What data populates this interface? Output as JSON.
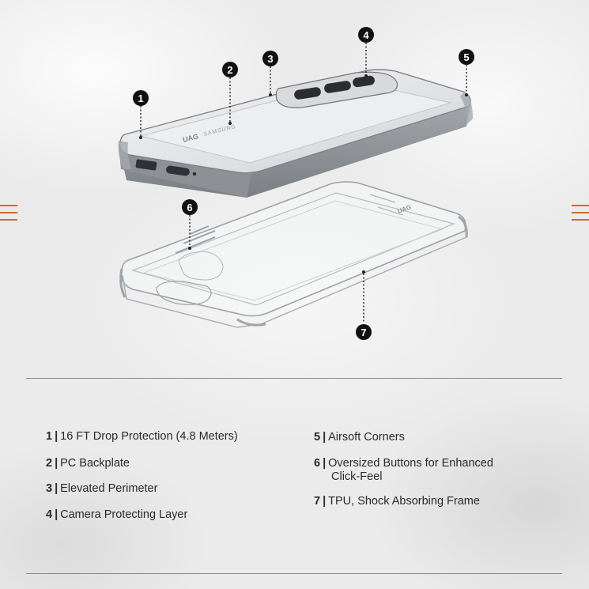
{
  "accent_color": "#d4692a",
  "legend": [
    {
      "num": "1",
      "text": "16 FT Drop Protection (4.8 Meters)"
    },
    {
      "num": "2",
      "text": "PC Backplate"
    },
    {
      "num": "3",
      "text": "Elevated Perimeter"
    },
    {
      "num": "4",
      "text": "Camera Protecting Layer"
    },
    {
      "num": "5",
      "text": "Airsoft Corners"
    },
    {
      "num": "6",
      "text": "Oversized Buttons for Enhanced",
      "text2": "Click-Feel"
    },
    {
      "num": "7",
      "text": "TPU, Shock Absorbing Frame"
    }
  ],
  "markers": [
    "1",
    "2",
    "3",
    "4",
    "5",
    "6",
    "7"
  ],
  "print": {
    "logo": "UAG",
    "brand": "SAMSUNG"
  }
}
